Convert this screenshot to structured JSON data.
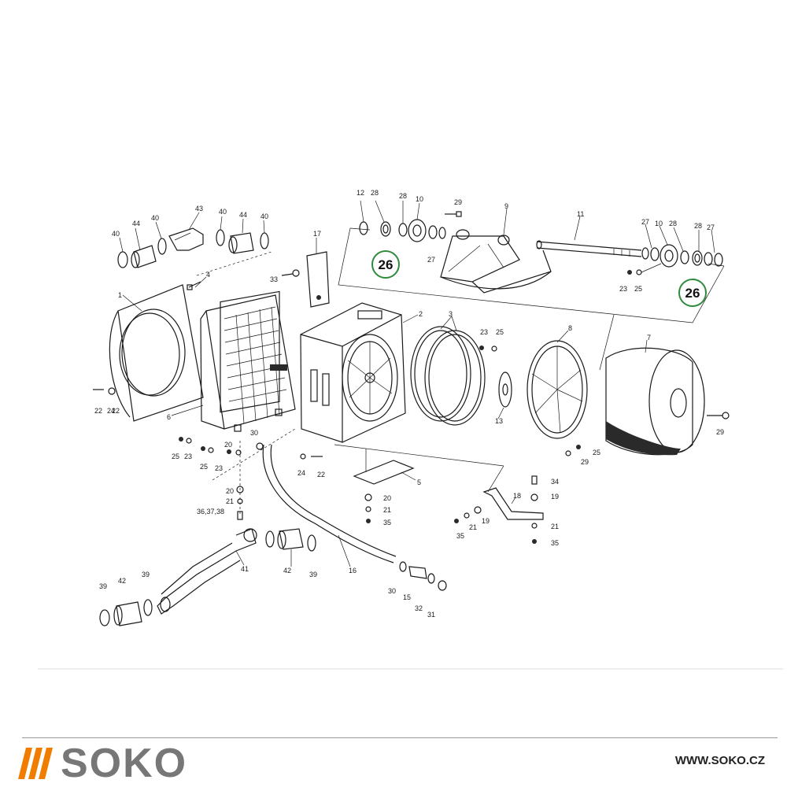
{
  "colors": {
    "brand_orange": "#f07d00",
    "brand_gray": "#777777",
    "callout_green": "#2e8b3a",
    "line": "#1a1a1a"
  },
  "callouts": [
    "26",
    "26"
  ],
  "part_labels": [
    "1",
    "2",
    "3",
    "4",
    "5",
    "6",
    "7",
    "8",
    "9",
    "10",
    "10",
    "11",
    "12",
    "13",
    "15",
    "16",
    "17",
    "18",
    "19",
    "19",
    "20",
    "20",
    "20",
    "21",
    "21",
    "21",
    "21",
    "22",
    "22",
    "22",
    "23",
    "23",
    "23",
    "23",
    "24",
    "24",
    "25",
    "25",
    "25",
    "25",
    "25",
    "26",
    "26",
    "27",
    "27",
    "27",
    "28",
    "28",
    "28",
    "28",
    "29",
    "29",
    "29",
    "30",
    "30",
    "31",
    "32",
    "33",
    "34",
    "35",
    "35",
    "35",
    "36,37,38",
    "39",
    "39",
    "39",
    "40",
    "40",
    "40",
    "40",
    "41",
    "42",
    "42",
    "43",
    "44",
    "44"
  ],
  "footer": {
    "logo_text": "SOKO",
    "website": "WWW.SOKO.CZ"
  }
}
